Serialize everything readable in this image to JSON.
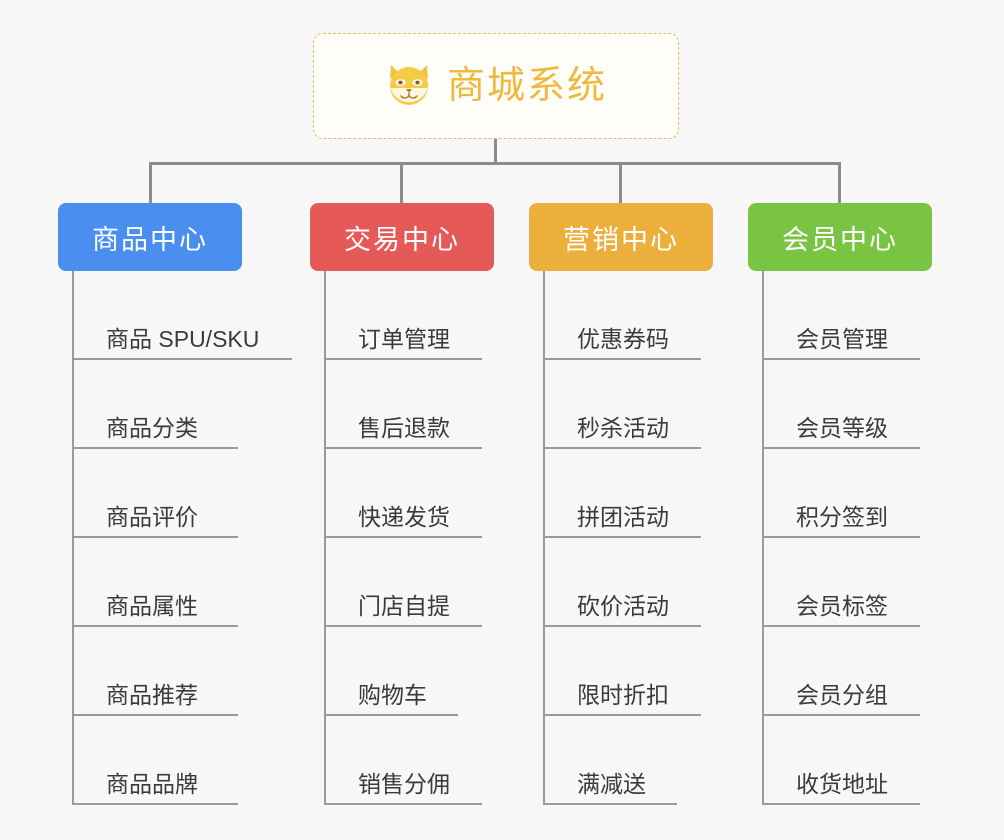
{
  "diagram": {
    "title": "商城系统",
    "root": {
      "label": "商城系统",
      "icon": "dog-face-icon",
      "border_color": "#e8b865",
      "text_color": "#efb93f",
      "background": "#fffdf8"
    },
    "background_color": "#f7f7f7",
    "connector_color": "#8c8c8c",
    "leaf_line_color": "#9a9a9a",
    "leaf_text_color": "#3b3b3b",
    "columns": [
      {
        "label": "商品中心",
        "color": "#4a8ef0",
        "items": [
          "商品 SPU/SKU",
          "商品分类",
          "商品评价",
          "商品属性",
          "商品推荐",
          "商品品牌"
        ]
      },
      {
        "label": "交易中心",
        "color": "#e55a58",
        "items": [
          "订单管理",
          "售后退款",
          "快递发货",
          "门店自提",
          "购物车",
          "销售分佣"
        ]
      },
      {
        "label": "营销中心",
        "color": "#edaf3c",
        "items": [
          "优惠券码",
          "秒杀活动",
          "拼团活动",
          "砍价活动",
          "限时折扣",
          "满减送"
        ]
      },
      {
        "label": "会员中心",
        "color": "#79c442",
        "items": [
          "会员管理",
          "会员等级",
          "积分签到",
          "会员标签",
          "会员分组",
          "收货地址"
        ]
      }
    ]
  }
}
